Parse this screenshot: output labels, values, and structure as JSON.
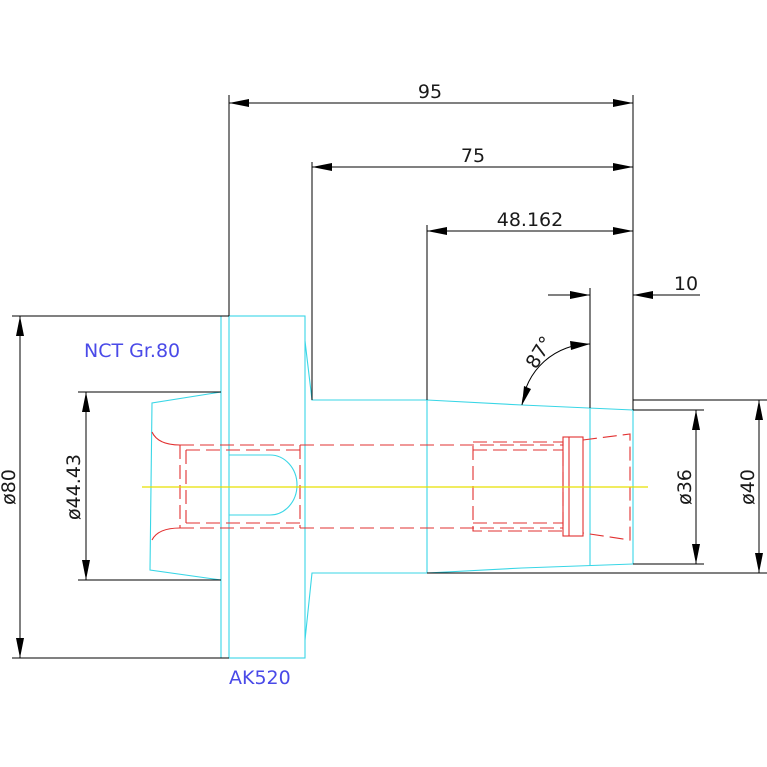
{
  "colors": {
    "dimension": "#000000",
    "outline": "#39d6e6",
    "hidden": "#e23030",
    "centerline": "#e6e000",
    "label": "#4a4ae8"
  },
  "labels": {
    "material": "NCT Gr.80",
    "part_code": "AK520"
  },
  "dimensions": {
    "length_total": "95",
    "length_75": "75",
    "length_48": "48.162",
    "length_10": "10",
    "angle": "87°",
    "dia_80": "ø80",
    "dia_44": "ø44.43",
    "dia_36": "ø36",
    "dia_40": "ø40"
  }
}
